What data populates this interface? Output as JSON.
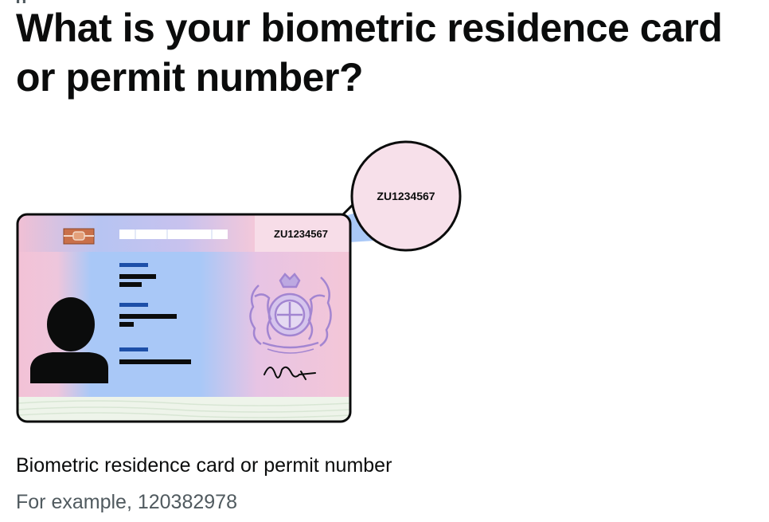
{
  "header": {
    "title": "What is your biometric residence card or permit number?"
  },
  "illustration": {
    "card_number": "ZU1234567",
    "zoom_number": "ZU1234567"
  },
  "field": {
    "label": "Biometric residence card or permit number",
    "hint": "For example, 120382978"
  },
  "colors": {
    "text": "#0b0c0c",
    "hint": "#505a5f",
    "card_blue": "#a8c8f8",
    "card_pink": "#f4c4d8",
    "crest_purple": "#9b7fd0"
  }
}
